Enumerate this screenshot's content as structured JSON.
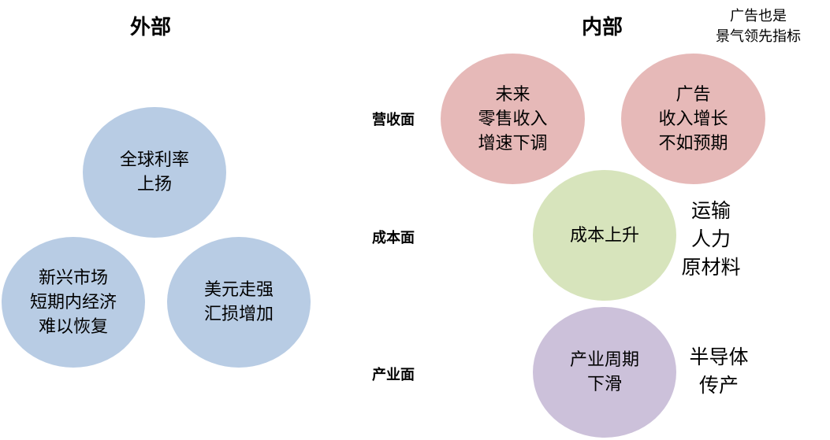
{
  "external": {
    "title": "外部",
    "circles": {
      "global_rates": [
        "全球利率",
        "上扬"
      ],
      "emerging_markets": [
        "新兴市场",
        "短期内经济",
        "难以恢复"
      ],
      "usd_strong": [
        "美元走强",
        "汇损增加"
      ]
    }
  },
  "internal": {
    "title": "内部",
    "rows": {
      "revenue": "营收面",
      "cost": "成本面",
      "industry": "产业面"
    },
    "circles": {
      "retail_growth": [
        "未来",
        "零售收入",
        "增速下调"
      ],
      "ad_growth": [
        "广告",
        "收入增长",
        "不如预期"
      ],
      "cost_rise": [
        "成本上升"
      ],
      "industry_cycle": [
        "产业周期",
        "下滑"
      ]
    },
    "notes": {
      "ad_indicator": [
        "广告也是",
        "景气领先指标"
      ],
      "cost_items": [
        "运输",
        "人力",
        "原材料"
      ],
      "industry_items": [
        "半导体",
        "传产"
      ]
    }
  },
  "colors": {
    "external_circle": "#b8cce4",
    "revenue_circle": "#e6b9b8",
    "cost_circle": "#d7e4bc",
    "industry_circle": "#ccc1da"
  }
}
